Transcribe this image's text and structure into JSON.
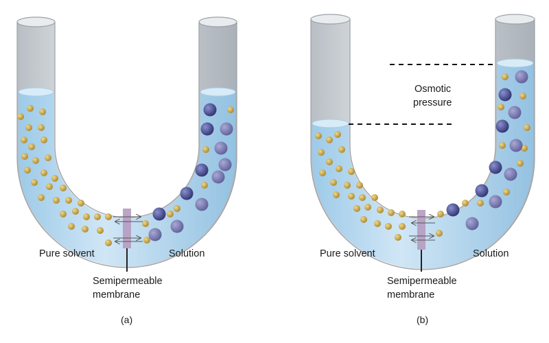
{
  "panel_a": {
    "pure_solvent_label": "Pure solvent",
    "solution_label": "Solution",
    "membrane_label_line1": "Semipermeable",
    "membrane_label_line2": "membrane",
    "caption": "(a)"
  },
  "panel_b": {
    "pure_solvent_label": "Pure solvent",
    "solution_label": "Solution",
    "membrane_label_line1": "Semipermeable",
    "membrane_label_line2": "membrane",
    "caption": "(b)",
    "osmotic_label_line1": "Osmotic",
    "osmotic_label_line2": "pressure"
  },
  "colors": {
    "liquid": "#b9daf0",
    "liquid_dark": "#8fbfe2",
    "glass": "#c8cdd2",
    "membrane": "#b69bc0",
    "solvent_particle": "#c9a64a",
    "solute_particle": "#4a4e8c"
  }
}
